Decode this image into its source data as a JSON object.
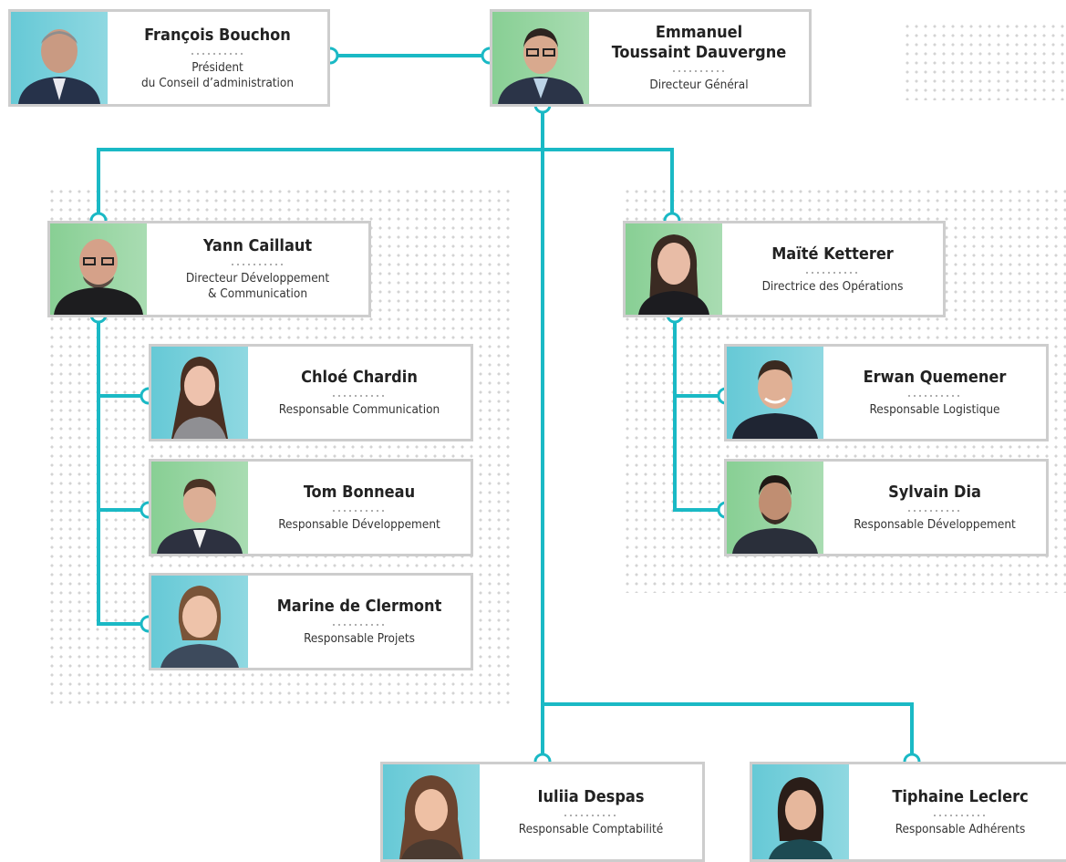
{
  "colors": {
    "connector": "#1ab9c5",
    "card_border": "#cdcdcd",
    "dots": "#d3d3d3"
  },
  "people": {
    "president": {
      "name": "François Bouchon",
      "role_line1": "Président",
      "role_line2": "du Conseil d’administration"
    },
    "ceo": {
      "name_line1": "Emmanuel",
      "name_line2": "Toussaint Dauvergne",
      "role": "Directeur Général"
    },
    "dev_director": {
      "name": "Yann Caillaut",
      "role_line1": "Directeur Développement",
      "role_line2": "& Communication"
    },
    "ops_director": {
      "name": "Maïté Ketterer",
      "role": "Directrice des Opérations"
    },
    "communication": {
      "name": "Chloé Chardin",
      "role": "Responsable Communication"
    },
    "development_1": {
      "name": "Tom Bonneau",
      "role": "Responsable Développement"
    },
    "projects": {
      "name": "Marine de Clermont",
      "role": "Responsable Projets"
    },
    "logistics": {
      "name": "Erwan Quemener",
      "role": "Responsable Logistique"
    },
    "development_2": {
      "name": "Sylvain Dia",
      "role": "Responsable Développement"
    },
    "accounting": {
      "name": "Iuliia Despas",
      "role": "Responsable Comptabilité"
    },
    "members": {
      "name": "Tiphaine Leclerc",
      "role": "Responsable Adhérents"
    }
  }
}
